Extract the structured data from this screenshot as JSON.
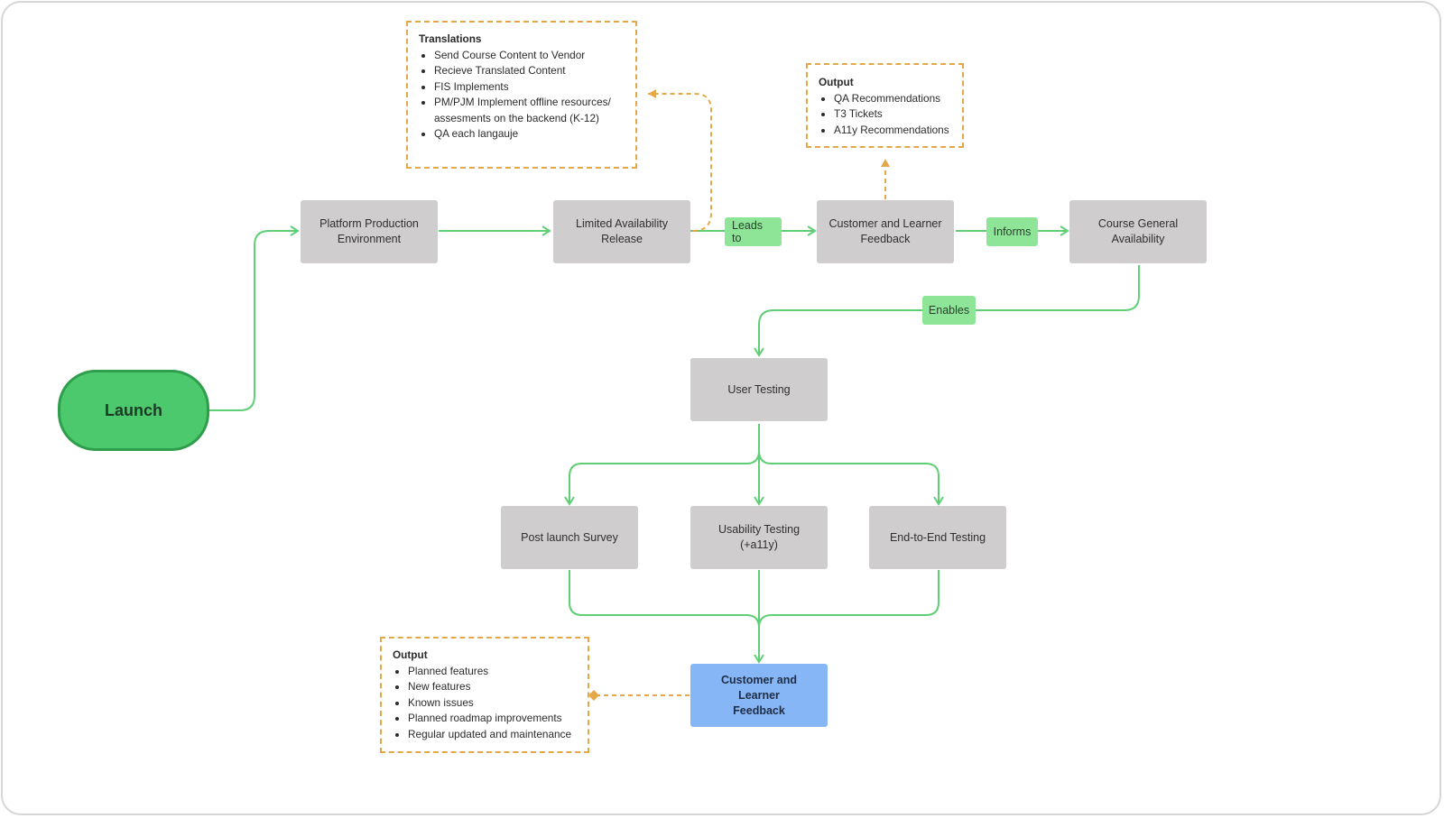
{
  "launch": "Launch",
  "nodes": {
    "platform": "Platform Production\nEnvironment",
    "limited": "Limited Availability\nRelease",
    "feedback_top": "Customer and Learner\nFeedback",
    "general": "Course General\nAvailability",
    "user_testing": "User Testing",
    "survey": "Post launch Survey",
    "usability": "Usability Testing\n(+a11y)",
    "e2e": "End-to-End Testing",
    "feedback_final": "Customer and Learner\nFeedback"
  },
  "tags": {
    "leads_to": "Leads to",
    "informs": "Informs",
    "enables": "Enables"
  },
  "notes": {
    "translations": {
      "title": "Translations",
      "items": [
        "Send Course Content to Vendor",
        "Recieve Translated Content",
        "FIS Implements",
        "PM/PJM Implement offline resources/ assesments on the backend (K-12)",
        "QA each langauje"
      ]
    },
    "output_top": {
      "title": "Output",
      "items": [
        "QA Recommendations",
        "T3 Tickets",
        "A11y Recommendations"
      ]
    },
    "output_bottom": {
      "title": "Output",
      "items": [
        "Planned features",
        "New features",
        "Known issues",
        "Planned roadmap improvements",
        "Regular updated and maintenance"
      ]
    }
  },
  "colors": {
    "connector": "#5fcf76",
    "dashed": "#e4a84a",
    "node": "#cfcdcd",
    "final_node": "#86b6f6",
    "launch": "#4cc96c",
    "tag": "#8ee597"
  }
}
